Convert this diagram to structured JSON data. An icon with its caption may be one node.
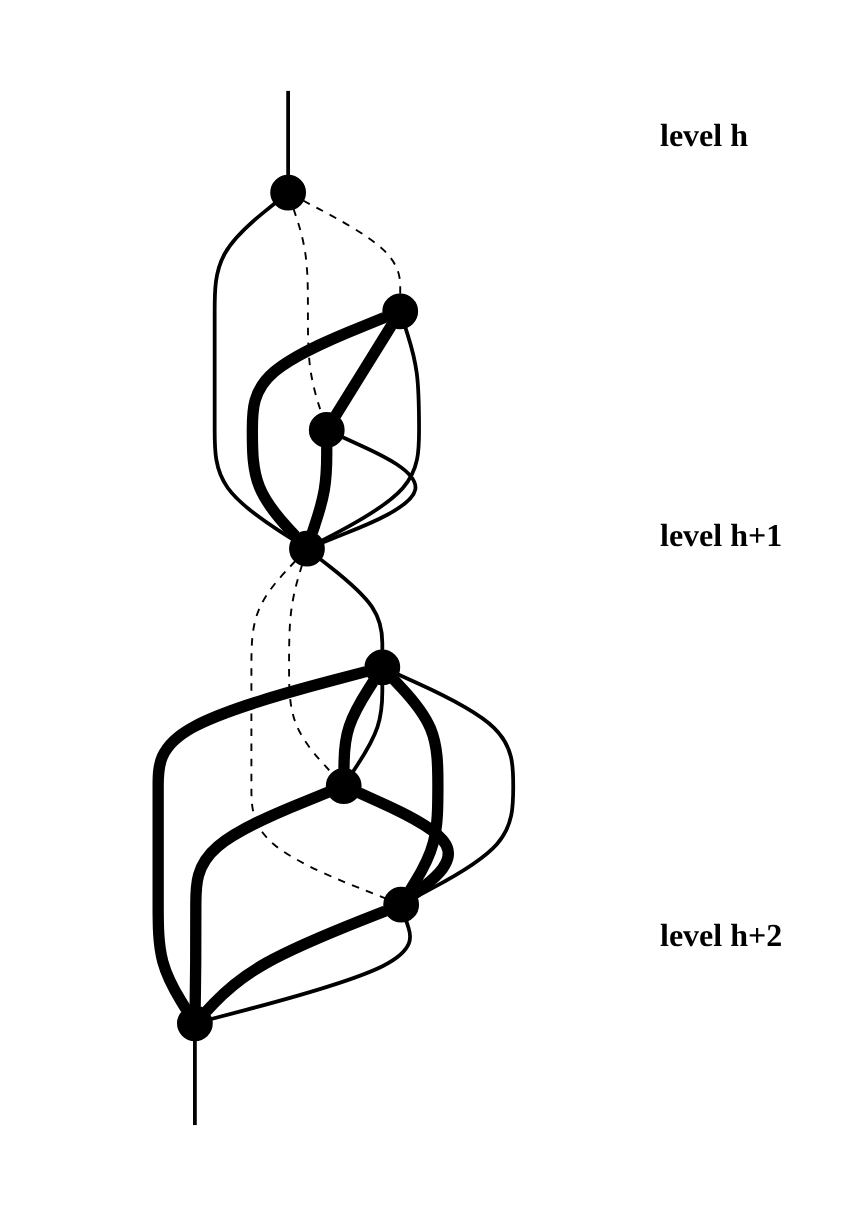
{
  "diagram": {
    "nodes": [
      {
        "text": [],
        "shape": "ellipse"
      },
      {
        "text": [],
        "shape": "ellipse"
      },
      {
        "text": [],
        "shape": "ellipse"
      },
      {
        "text": [],
        "shape": "ellipse"
      },
      {
        "text": [],
        "shape": "ellipse"
      },
      {
        "text": [],
        "shape": "ellipse"
      },
      {
        "text": [],
        "shape": "ellipse"
      },
      {
        "text": [],
        "shape": "ellipse"
      }
    ],
    "edges": [
      {
        "from": null,
        "to": 0,
        "arrow": "none"
      },
      {
        "from": 0,
        "to": 1,
        "arrow": "none",
        "style": "dashed"
      },
      {
        "from": 0,
        "to": 2,
        "arrow": "none",
        "style": "dashed"
      },
      {
        "from": 0,
        "to": 3,
        "arrow": "none"
      },
      {
        "from": 1,
        "to": 2,
        "arrow": "none",
        "style": "thick"
      },
      {
        "from": 1,
        "to": 3,
        "arrow": "none",
        "style": "thick"
      },
      {
        "from": 2,
        "to": 3,
        "arrow": "none",
        "style": "thick"
      },
      {
        "from": 1,
        "to": 3,
        "arrow": "none"
      },
      {
        "from": 2,
        "to": 3,
        "arrow": "none"
      },
      {
        "from": 3,
        "to": 5,
        "arrow": "none",
        "style": "dashed"
      },
      {
        "from": 3,
        "to": 6,
        "arrow": "none",
        "style": "dashed"
      },
      {
        "from": 3,
        "to": 4,
        "arrow": "none"
      },
      {
        "from": 4,
        "to": 5,
        "arrow": "none",
        "style": "thick"
      },
      {
        "from": 4,
        "to": 6,
        "arrow": "none",
        "style": "thick"
      },
      {
        "from": 4,
        "to": 7,
        "arrow": "none",
        "style": "thick"
      },
      {
        "from": 5,
        "to": 6,
        "arrow": "none",
        "style": "thick"
      },
      {
        "from": 5,
        "to": 7,
        "arrow": "none",
        "style": "thick"
      },
      {
        "from": 6,
        "to": 7,
        "arrow": "none",
        "style": "thick"
      },
      {
        "from": 4,
        "to": 5,
        "arrow": "none"
      },
      {
        "from": 4,
        "to": 6,
        "arrow": "none"
      },
      {
        "from": 6,
        "to": 7,
        "arrow": "none"
      },
      {
        "from": 7,
        "to": null,
        "arrow": "none"
      }
    ],
    "labels": [
      "level h",
      "level h+1",
      "level h+2"
    ]
  }
}
